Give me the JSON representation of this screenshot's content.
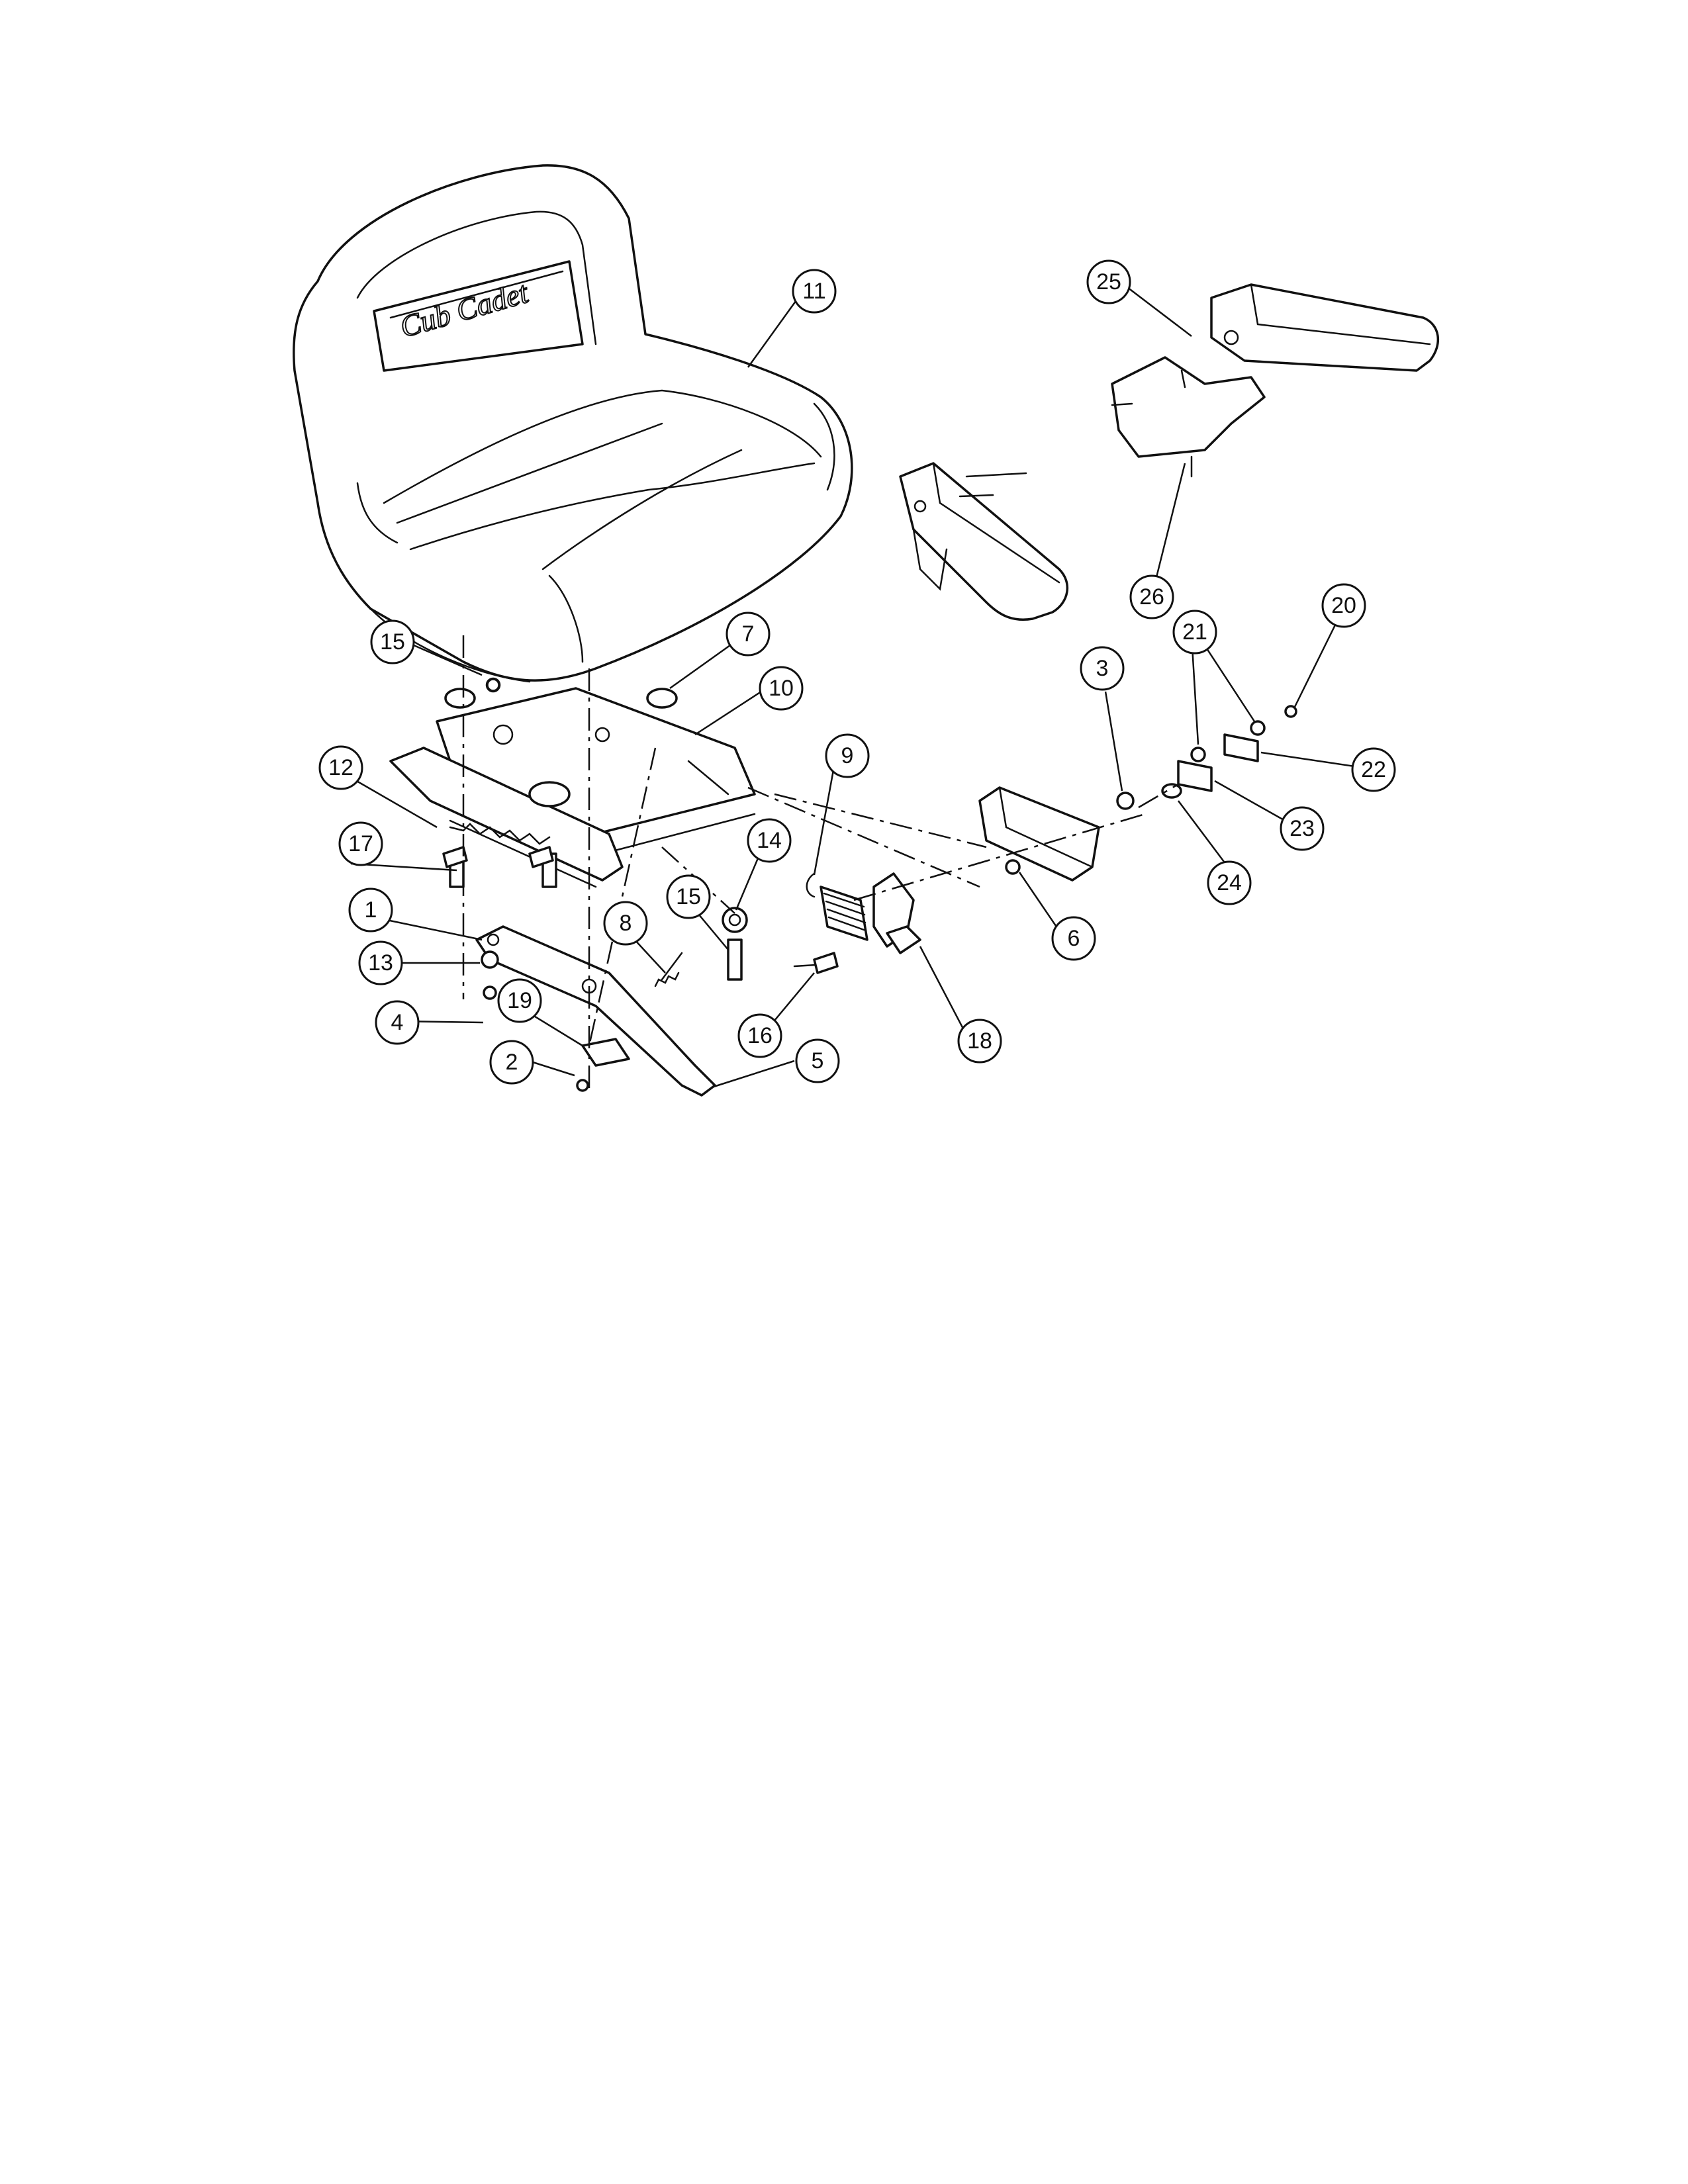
{
  "logo": {
    "brand": "Cub Cadet"
  },
  "callouts": [
    {
      "id": "c11",
      "label": "11"
    },
    {
      "id": "c25",
      "label": "25"
    },
    {
      "id": "c26",
      "label": "26"
    },
    {
      "id": "c20",
      "label": "20"
    },
    {
      "id": "c21",
      "label": "21"
    },
    {
      "id": "c22",
      "label": "22"
    },
    {
      "id": "c23",
      "label": "23"
    },
    {
      "id": "c24",
      "label": "24"
    },
    {
      "id": "c3",
      "label": "3"
    },
    {
      "id": "c6",
      "label": "6"
    },
    {
      "id": "c15a",
      "label": "15"
    },
    {
      "id": "c7",
      "label": "7"
    },
    {
      "id": "c10",
      "label": "10"
    },
    {
      "id": "c12",
      "label": "12"
    },
    {
      "id": "c17",
      "label": "17"
    },
    {
      "id": "c9",
      "label": "9"
    },
    {
      "id": "c14",
      "label": "14"
    },
    {
      "id": "c15b",
      "label": "15"
    },
    {
      "id": "c1",
      "label": "1"
    },
    {
      "id": "c8",
      "label": "8"
    },
    {
      "id": "c13",
      "label": "13"
    },
    {
      "id": "c19",
      "label": "19"
    },
    {
      "id": "c4",
      "label": "4"
    },
    {
      "id": "c2",
      "label": "2"
    },
    {
      "id": "c5",
      "label": "5"
    },
    {
      "id": "c16",
      "label": "16"
    },
    {
      "id": "c18",
      "label": "18"
    }
  ]
}
